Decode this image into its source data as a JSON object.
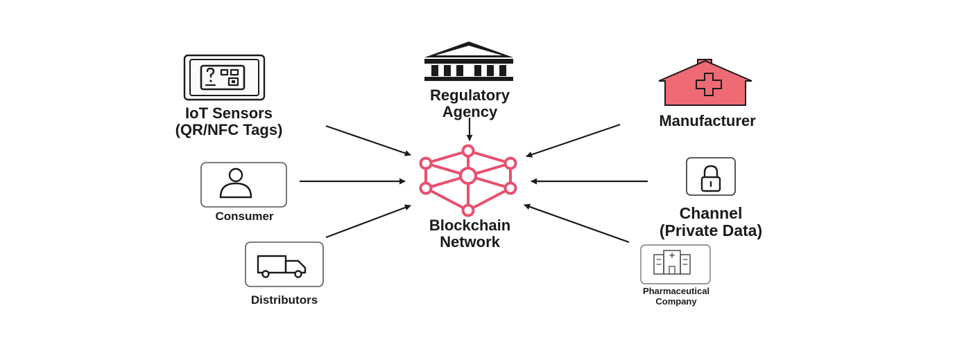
{
  "colors": {
    "accent": "#e8506e",
    "house": "#ee6a74",
    "stroke": "#1a1a1a"
  },
  "center": {
    "icon": "blockchain-network-icon",
    "label_lines": [
      "Blockchain",
      "Network"
    ]
  },
  "nodes": {
    "iot_sensors": {
      "icon": "qr-nfc-tag-icon",
      "label_lines": [
        "IoT Sensors",
        "(QR/NFC Tags)"
      ]
    },
    "regulatory_agency": {
      "icon": "government-building-icon",
      "label_lines": [
        "Regulatory",
        "Agency"
      ]
    },
    "manufacturer": {
      "icon": "medical-house-icon",
      "label_lines": [
        "Manufacturer"
      ]
    },
    "consumer": {
      "icon": "user-icon",
      "label_lines": [
        "Consumer"
      ]
    },
    "channel": {
      "icon": "lock-icon",
      "label_lines": [
        "Channel",
        "(Private Data)"
      ]
    },
    "distributors": {
      "icon": "truck-icon",
      "label_lines": [
        "Distributors"
      ]
    },
    "pharmaceutical_company": {
      "icon": "hospital-icon",
      "label_lines": [
        "Pharmaceutical",
        "Company"
      ]
    }
  }
}
